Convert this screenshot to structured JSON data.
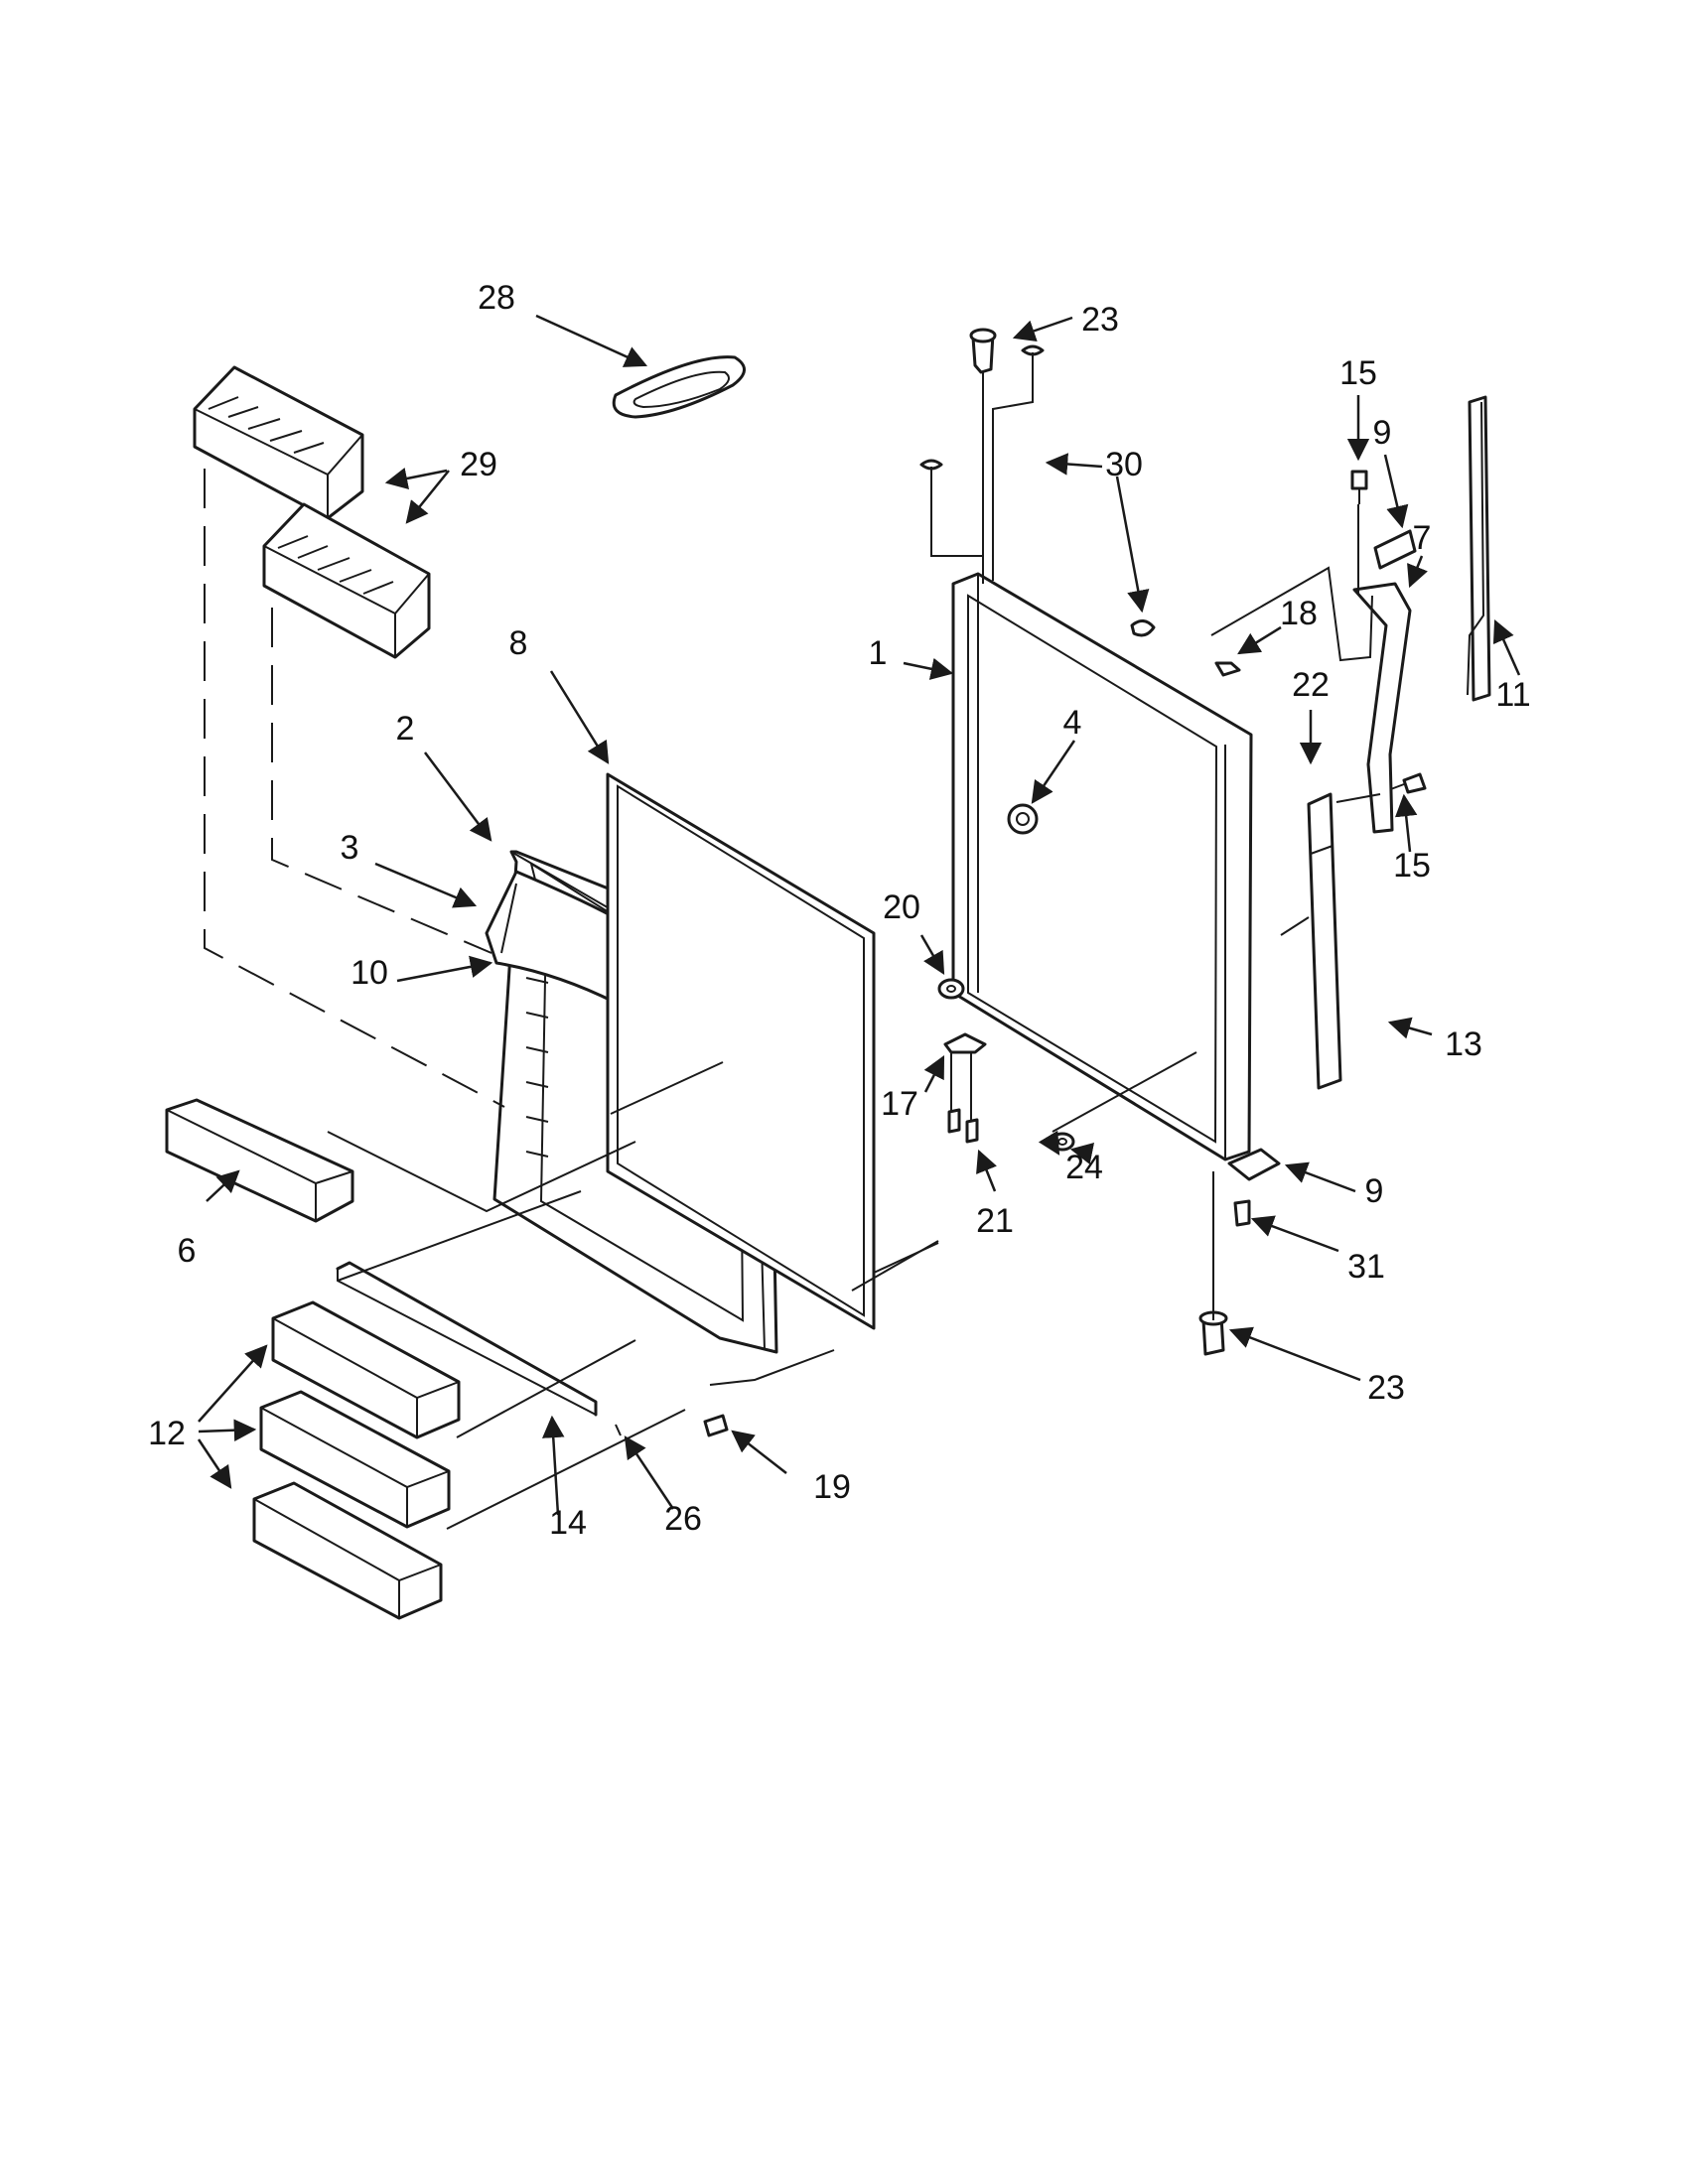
{
  "callouts": [
    {
      "id": "c28",
      "text": "28"
    },
    {
      "id": "c29",
      "text": "29"
    },
    {
      "id": "c23a",
      "text": "23"
    },
    {
      "id": "c30",
      "text": "30"
    },
    {
      "id": "c15a",
      "text": "15"
    },
    {
      "id": "c9a",
      "text": "9"
    },
    {
      "id": "c7",
      "text": "7"
    },
    {
      "id": "c11",
      "text": "11"
    },
    {
      "id": "c1",
      "text": "1"
    },
    {
      "id": "c18",
      "text": "18"
    },
    {
      "id": "c22",
      "text": "22"
    },
    {
      "id": "c8",
      "text": "8"
    },
    {
      "id": "c2",
      "text": "2"
    },
    {
      "id": "c4",
      "text": "4"
    },
    {
      "id": "c15b",
      "text": "15"
    },
    {
      "id": "c3",
      "text": "3"
    },
    {
      "id": "c10",
      "text": "10"
    },
    {
      "id": "c20",
      "text": "20"
    },
    {
      "id": "c13",
      "text": "13"
    },
    {
      "id": "c17",
      "text": "17"
    },
    {
      "id": "c24",
      "text": "24"
    },
    {
      "id": "c6",
      "text": "6"
    },
    {
      "id": "c9b",
      "text": "9"
    },
    {
      "id": "c21",
      "text": "21"
    },
    {
      "id": "c31",
      "text": "31"
    },
    {
      "id": "c23b",
      "text": "23"
    },
    {
      "id": "c12",
      "text": "12"
    },
    {
      "id": "c19",
      "text": "19"
    },
    {
      "id": "c14",
      "text": "14"
    },
    {
      "id": "c26",
      "text": "26"
    }
  ]
}
